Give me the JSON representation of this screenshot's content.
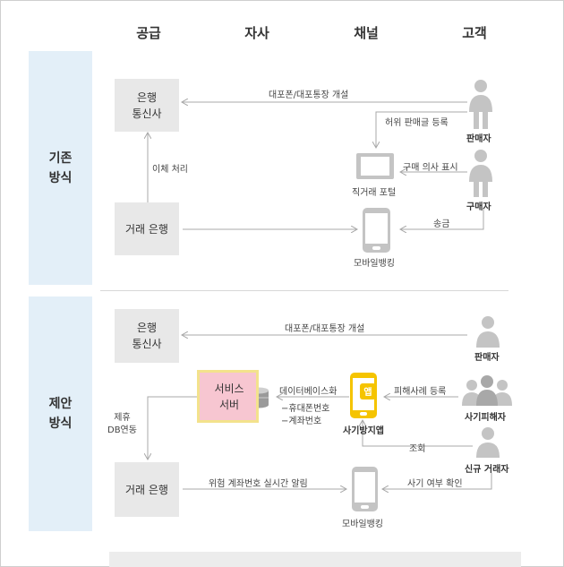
{
  "columns": [
    "공급",
    "자사",
    "채널",
    "고객"
  ],
  "sections": {
    "existing": "기존\n방식",
    "proposed": "제안\n방식"
  },
  "existing": {
    "bank_telecom": "은행\n통신사",
    "trade_bank": "거래 은행",
    "transfer_label": "이체 처리",
    "open_account_label": "대포폰/대포통장 개설",
    "false_post_label": "허위 판매글 등록",
    "purchase_intent_label": "구매 의사 표시",
    "remit_label": "송금",
    "seller": "판매자",
    "buyer": "구매자",
    "portal": "직거래 포털",
    "mobile_banking": "모바일뱅킹"
  },
  "proposed": {
    "bank_telecom": "은행\n통신사",
    "trade_bank": "거래 은행",
    "service_server": "서비스\n서버",
    "db_link_label": "제휴\nDB연동",
    "open_account_label": "대포폰/대포통장 개설",
    "database_label": "데이터베이스화",
    "db_items": "−휴대폰번호\n−계좌번호",
    "fraud_report_label": "피해사례 등록",
    "inquiry_label": "조회",
    "check_label": "사기 여부 확인",
    "realtime_alert_label": "위험 계좌번호 실시간 알림",
    "seller": "판매자",
    "victims": "사기피해자",
    "new_trader": "신규 거래자",
    "app_name": "사기방지앱",
    "app_badge": "앱",
    "mobile_banking": "모바일뱅킹"
  },
  "colors": {
    "sidebar_bg": "#e3eff8",
    "box_bg": "#e8e8e8",
    "service_bg": "#f7c6d1",
    "service_border": "#f3e28c",
    "app_accent": "#f5c400",
    "person": "#c4c4c4",
    "line": "#a8a8a8"
  },
  "icons": {
    "person": "person-icon",
    "group": "people-group-icon",
    "phone": "smartphone-icon",
    "monitor": "monitor-icon",
    "database": "database-icon"
  }
}
